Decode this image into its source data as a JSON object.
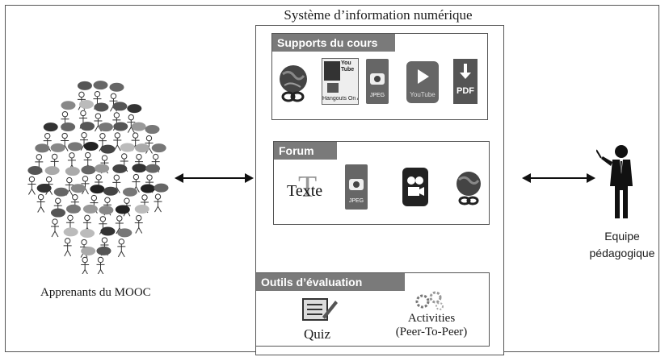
{
  "title": "Système d’information numérique",
  "left": {
    "caption": "Apprenants du MOOC"
  },
  "right": {
    "line1": "Equipe",
    "line2": "pédagogique"
  },
  "supports": {
    "header": "Supports du cours",
    "hangouts_top": "You Tube",
    "hangouts_label": "Hangouts On Air",
    "jpeg_label": "JPEG",
    "youtube_label": "YouTube",
    "pdf_label": "PDF"
  },
  "forum": {
    "header": "Forum",
    "texte_label": "Texte",
    "jpeg_label": "JPEG"
  },
  "evaluation": {
    "header": "Outils d’évaluation",
    "quiz_label": "Quiz",
    "activities_line1": "Activities",
    "activities_line2": "(Peer-To-Peer)"
  },
  "icons": [
    "globe-chain-icon",
    "hangouts-on-air-icon",
    "jpeg-camera-icon",
    "youtube-play-icon",
    "pdf-download-icon",
    "text-t-icon",
    "video-camera-icon",
    "quiz-checklist-icon",
    "gears-icon",
    "teacher-pointer-icon",
    "crowd-learners-icon"
  ]
}
